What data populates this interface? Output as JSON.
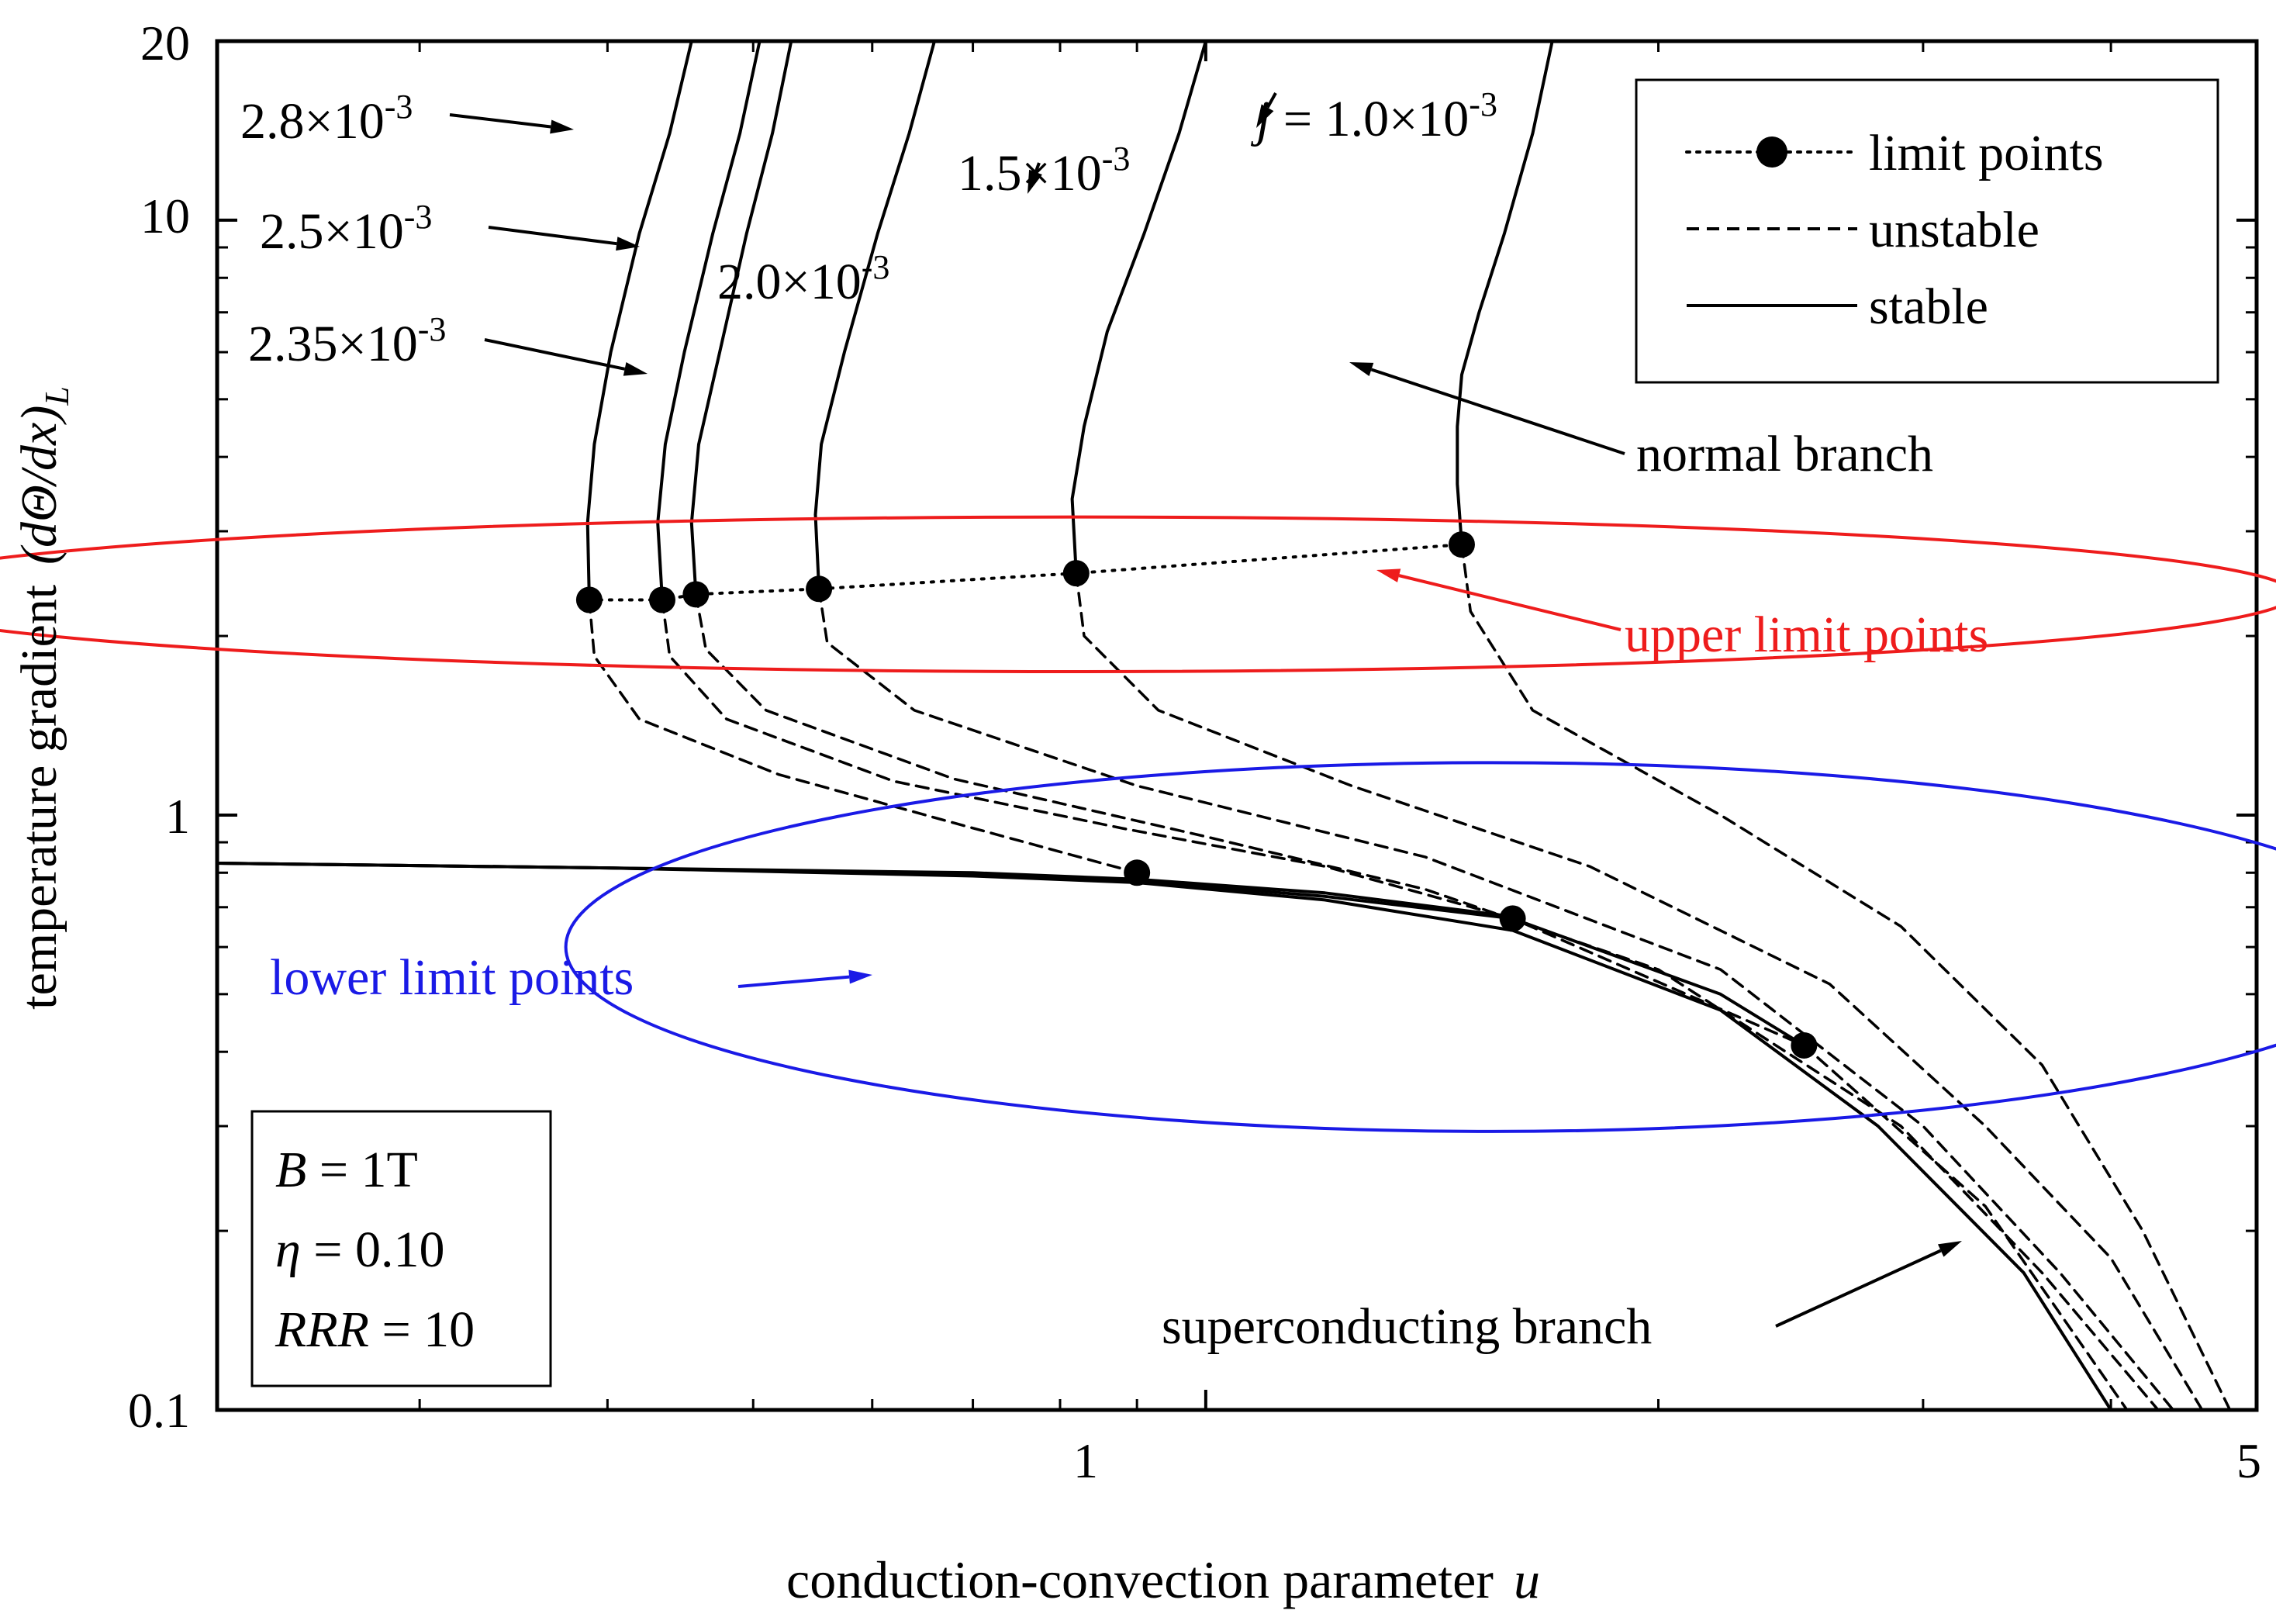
{
  "chart_data": {
    "type": "line",
    "xlabel": "conduction-convection parameter",
    "xlabel_var": "u",
    "ylabel": "temperature gradient",
    "ylabel_math": "(dΘ/dx)",
    "ylabel_sub": "L",
    "xscale": "log",
    "yscale": "log",
    "xlim": [
      0.22,
      5
    ],
    "ylim": [
      0.1,
      20
    ],
    "x_ticks": [
      {
        "value": 1,
        "label": "1"
      },
      {
        "value": 5,
        "label": "5"
      }
    ],
    "y_ticks": [
      {
        "value": 0.1,
        "label": "0.1"
      },
      {
        "value": 1,
        "label": "1"
      },
      {
        "value": 10,
        "label": "10"
      },
      {
        "value": 20,
        "label": "20"
      }
    ],
    "legend": {
      "placement": "top-right",
      "entries": [
        {
          "label": "limit points",
          "style": "dotted-with-marker"
        },
        {
          "label": "unstable",
          "style": "dashed"
        },
        {
          "label": "stable",
          "style": "solid"
        }
      ]
    },
    "parameter_box": {
      "placement": "bottom-left",
      "lines": [
        {
          "var": "B",
          "value": " = 1T"
        },
        {
          "var": "η",
          "value": " = 0.10"
        },
        {
          "var": "RRR",
          "value": " = 10"
        }
      ]
    },
    "series": [
      {
        "name": "j = 1.0×10⁻³",
        "label_prefix": "j",
        "label_text": " = 1.0×10",
        "label_exp": "-3",
        "normal_branch": [
          [
            1.7,
            20
          ],
          [
            1.65,
            14
          ],
          [
            1.58,
            9.5
          ],
          [
            1.52,
            7
          ],
          [
            1.48,
            5.5
          ],
          [
            1.47,
            4.5
          ],
          [
            1.47,
            3.6
          ],
          [
            1.48,
            2.85
          ]
        ],
        "upper_limit": [
          1.48,
          2.85
        ],
        "unstable_branch": [
          [
            1.48,
            2.85
          ],
          [
            1.5,
            2.2
          ],
          [
            1.65,
            1.5
          ],
          [
            2.2,
            1.0
          ],
          [
            2.9,
            0.65
          ],
          [
            3.6,
            0.38
          ],
          [
            4.2,
            0.2
          ],
          [
            4.8,
            0.1
          ]
        ]
      },
      {
        "name": "1.5×10⁻³",
        "label_text": "1.5×10",
        "label_exp": "-3",
        "normal_branch": [
          [
            1.0,
            20
          ],
          [
            0.96,
            14
          ],
          [
            0.91,
            9.5
          ],
          [
            0.86,
            6.5
          ],
          [
            0.83,
            4.5
          ],
          [
            0.815,
            3.4
          ],
          [
            0.82,
            2.55
          ]
        ],
        "upper_limit": [
          0.82,
          2.55
        ],
        "unstable_branch": [
          [
            0.82,
            2.55
          ],
          [
            0.83,
            2.0
          ],
          [
            0.93,
            1.5
          ],
          [
            1.25,
            1.12
          ],
          [
            1.8,
            0.82
          ],
          [
            2.6,
            0.52
          ],
          [
            3.3,
            0.3
          ],
          [
            4.0,
            0.18
          ],
          [
            4.6,
            0.1
          ]
        ]
      },
      {
        "name": "2.0×10⁻³",
        "label_text": "2.0×10",
        "label_exp": "-3",
        "normal_branch": [
          [
            0.66,
            20
          ],
          [
            0.635,
            14
          ],
          [
            0.605,
            9.5
          ],
          [
            0.575,
            6
          ],
          [
            0.555,
            4.2
          ],
          [
            0.55,
            3.2
          ],
          [
            0.553,
            2.4
          ]
        ],
        "upper_limit": [
          0.553,
          2.4
        ],
        "unstable_branch": [
          [
            0.553,
            2.4
          ],
          [
            0.56,
            1.95
          ],
          [
            0.64,
            1.5
          ],
          [
            0.9,
            1.12
          ],
          [
            1.4,
            0.85
          ],
          [
            2.2,
            0.55
          ],
          [
            3.0,
            0.3
          ],
          [
            3.7,
            0.17
          ],
          [
            4.4,
            0.1
          ]
        ]
      },
      {
        "name": "2.35×10⁻³",
        "label_text": "2.35×10",
        "label_exp": "-3",
        "normal_branch": [
          [
            0.53,
            20
          ],
          [
            0.515,
            14
          ],
          [
            0.495,
            9.5
          ],
          [
            0.475,
            6
          ],
          [
            0.46,
            4.2
          ],
          [
            0.455,
            3.1
          ],
          [
            0.458,
            2.35
          ]
        ],
        "upper_limit": [
          0.458,
          2.35
        ],
        "unstable_branch": [
          [
            0.458,
            2.35
          ],
          [
            0.465,
            1.9
          ],
          [
            0.51,
            1.5
          ],
          [
            0.68,
            1.15
          ],
          [
            1.0,
            0.92
          ],
          [
            1.4,
            0.75
          ],
          [
            2.0,
            0.55
          ],
          [
            2.9,
            0.3
          ],
          [
            3.6,
            0.17
          ],
          [
            4.3,
            0.1
          ]
        ]
      },
      {
        "name": "2.5×10⁻³",
        "label_text": "2.5×10",
        "label_exp": "-3",
        "normal_branch": [
          [
            0.505,
            20
          ],
          [
            0.49,
            14
          ],
          [
            0.47,
            9.5
          ],
          [
            0.45,
            6
          ],
          [
            0.437,
            4.2
          ],
          [
            0.432,
            3.1
          ],
          [
            0.435,
            2.3
          ]
        ],
        "upper_limit": [
          0.435,
          2.3
        ],
        "unstable_branch": [
          [
            0.435,
            2.3
          ],
          [
            0.44,
            1.85
          ],
          [
            0.48,
            1.45
          ],
          [
            0.62,
            1.14
          ],
          [
            0.88,
            0.95
          ],
          [
            1.2,
            0.82
          ],
          [
            1.6,
            0.67
          ],
          [
            2.5,
            0.41
          ],
          [
            3.3,
            0.22
          ],
          [
            4.1,
            0.1
          ]
        ]
      },
      {
        "name": "2.8×10⁻³",
        "label_text": "2.8×10",
        "label_exp": "-3",
        "normal_branch": [
          [
            0.455,
            20
          ],
          [
            0.44,
            14
          ],
          [
            0.42,
            9.5
          ],
          [
            0.402,
            6
          ],
          [
            0.392,
            4.2
          ],
          [
            0.388,
            3.1
          ],
          [
            0.389,
            2.3
          ]
        ],
        "upper_limit": [
          0.389,
          2.3
        ],
        "unstable_branch": [
          [
            0.389,
            2.3
          ],
          [
            0.392,
            1.85
          ],
          [
            0.42,
            1.45
          ],
          [
            0.52,
            1.17
          ],
          [
            0.68,
            0.97
          ],
          [
            0.9,
            0.8
          ]
        ]
      }
    ],
    "lower_limit_points": [
      [
        0.9,
        0.8
      ],
      [
        1.6,
        0.67
      ],
      [
        2.5,
        0.41
      ]
    ],
    "superconducting_branches": [
      [
        [
          0.22,
          0.83
        ],
        [
          0.4,
          0.815
        ],
        [
          0.7,
          0.79
        ],
        [
          0.9,
          0.77
        ],
        [
          1.2,
          0.72
        ],
        [
          1.6,
          0.64
        ],
        [
          2.2,
          0.47
        ],
        [
          2.8,
          0.3
        ],
        [
          3.5,
          0.17
        ],
        [
          4.0,
          0.1
        ]
      ],
      [
        [
          0.22,
          0.83
        ],
        [
          0.4,
          0.815
        ],
        [
          0.7,
          0.795
        ],
        [
          0.9,
          0.775
        ],
        [
          1.2,
          0.73
        ],
        [
          1.6,
          0.67
        ],
        [
          2.2,
          0.5
        ],
        [
          2.5,
          0.41
        ]
      ],
      [
        [
          0.22,
          0.83
        ],
        [
          0.4,
          0.815
        ],
        [
          0.7,
          0.8
        ],
        [
          0.9,
          0.78
        ],
        [
          1.2,
          0.74
        ],
        [
          1.6,
          0.675
        ]
      ]
    ],
    "annotations": {
      "upper_ellipse": {
        "label": "upper limit points",
        "color": "#ee1c1c",
        "center": [
          0.82,
          2.35
        ],
        "rx_decades": 0.27,
        "ry_decades": 0.13
      },
      "lower_ellipse": {
        "label": "lower limit points",
        "color": "#1a1ae6",
        "center": [
          1.55,
          0.6
        ],
        "rx_decades": 0.22,
        "ry_decades": 0.31
      },
      "normal_branch_label": "normal branch",
      "superconducting_branch_label": "superconducting branch"
    }
  }
}
